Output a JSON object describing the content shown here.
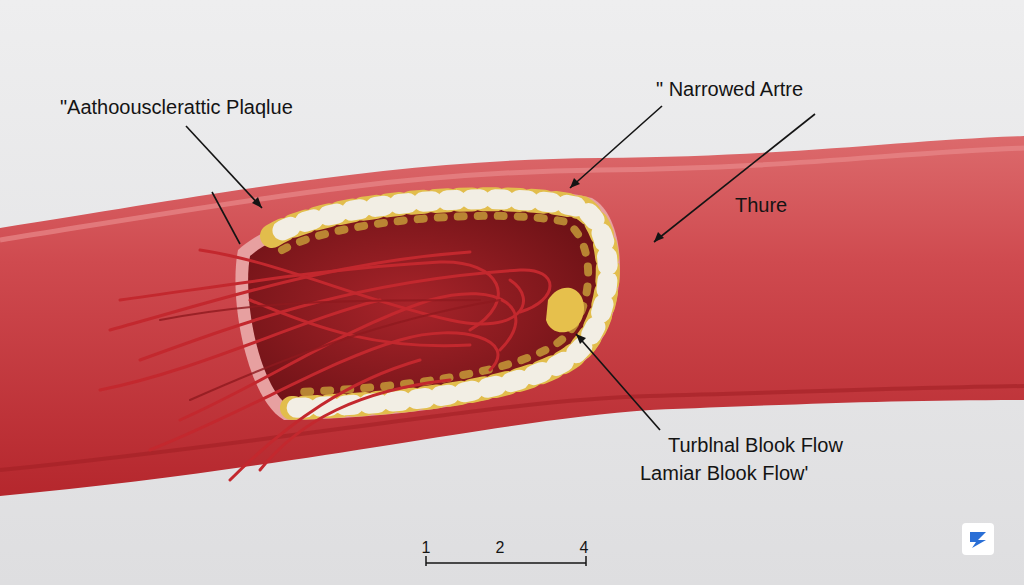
{
  "diagram": {
    "labels": [
      "\"Aathoousclerattic Plaqlue",
      "\" Narrowed Artre",
      "Thure",
      "Turblnal Blook Flow",
      "Lamiar Blook Flow'",
      "1",
      "2",
      "4"
    ]
  }
}
